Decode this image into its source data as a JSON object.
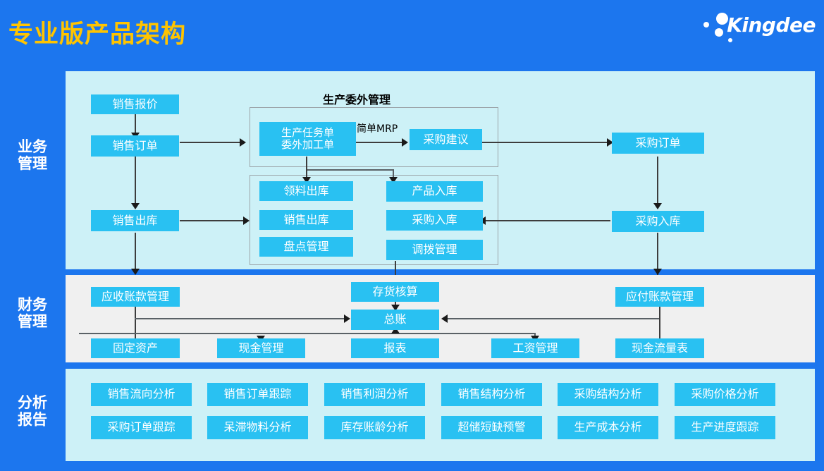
{
  "header": {
    "title": "专业版产品架构",
    "brand": "Kingdee",
    "brand_icon": "kingdee-dots-logo"
  },
  "colors": {
    "background": "#1C76EE",
    "title_text": "#FFC400",
    "box": "#29C1F2",
    "panel_cyan": "#CDF1F7",
    "panel_gray": "#F0F0F0",
    "connector": "#3D3D3D"
  },
  "sections": {
    "business": {
      "label_line1": "业务",
      "label_line2": "管理",
      "group_title": "生产委外管理",
      "edge_label_mrp": "简单MRP",
      "sales": [
        {
          "label": "销售报价"
        },
        {
          "label": "销售订单"
        },
        {
          "label": "销售出库"
        }
      ],
      "production": {
        "task_line1": "生产任务单",
        "task_line2": "委外加工单",
        "purchase_advice": "采购建议"
      },
      "inventory_left": [
        {
          "label": "领料出库"
        },
        {
          "label": "销售出库"
        },
        {
          "label": "盘点管理"
        }
      ],
      "inventory_right": [
        {
          "label": "产品入库"
        },
        {
          "label": "采购入库"
        },
        {
          "label": "调拨管理"
        }
      ],
      "purchase": [
        {
          "label": "采购订单"
        },
        {
          "label": "采购入库"
        }
      ]
    },
    "finance": {
      "label_line1": "财务",
      "label_line2": "管理",
      "items": [
        {
          "label": "应收账款管理"
        },
        {
          "label": "存货核算"
        },
        {
          "label": "应付账款管理"
        },
        {
          "label": "总账"
        },
        {
          "label": "固定资产"
        },
        {
          "label": "现金管理"
        },
        {
          "label": "报表"
        },
        {
          "label": "工资管理"
        },
        {
          "label": "现金流量表"
        }
      ]
    },
    "analysis": {
      "label_line1": "分析",
      "label_line2": "报告",
      "row1": [
        {
          "label": "销售流向分析"
        },
        {
          "label": "销售订单跟踪"
        },
        {
          "label": "销售利润分析"
        },
        {
          "label": "销售结构分析"
        },
        {
          "label": "采购结构分析"
        },
        {
          "label": "采购价格分析"
        }
      ],
      "row2": [
        {
          "label": "采购订单跟踪"
        },
        {
          "label": "呆滞物料分析"
        },
        {
          "label": "库存账龄分析"
        },
        {
          "label": "超储短缺预警"
        },
        {
          "label": "生产成本分析"
        },
        {
          "label": "生产进度跟踪"
        }
      ]
    }
  }
}
